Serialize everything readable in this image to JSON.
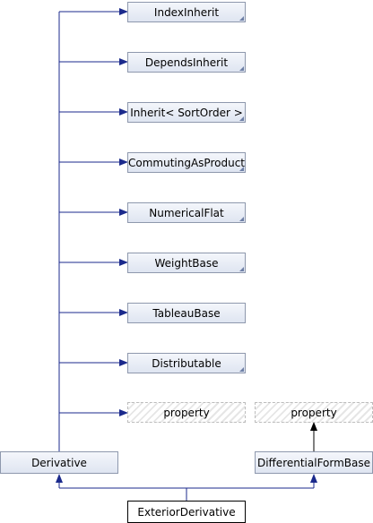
{
  "diagram": {
    "bases": [
      {
        "label": "IndexInherit"
      },
      {
        "label": "DependsInherit"
      },
      {
        "label": "Inherit< SortOrder >"
      },
      {
        "label": "CommutingAsProduct"
      },
      {
        "label": "NumericalFlat"
      },
      {
        "label": "WeightBase"
      },
      {
        "label": "TableauBase"
      },
      {
        "label": "Distributable"
      },
      {
        "label": "property"
      }
    ],
    "right_property": {
      "label": "property"
    },
    "derivative": {
      "label": "Derivative"
    },
    "differential_form_base": {
      "label": "DifferentialFormBase"
    },
    "exterior_derivative": {
      "label": "ExteriorDerivative"
    }
  },
  "colors": {
    "edge": "#1b2a8c",
    "edge_dark": "#000000",
    "node_border": "#8e98ad"
  }
}
